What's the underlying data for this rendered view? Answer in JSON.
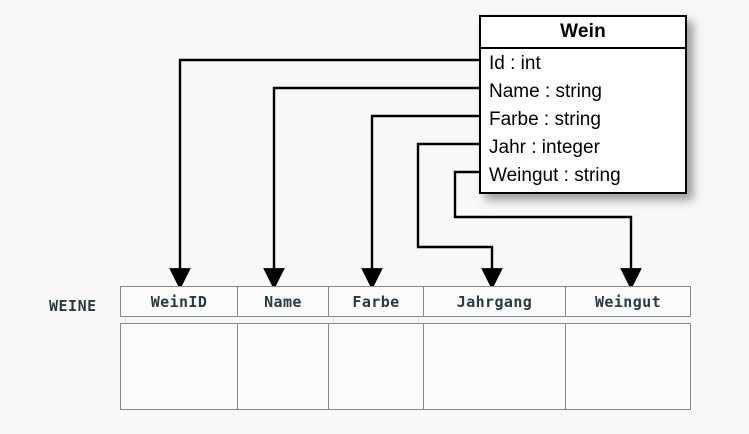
{
  "diagram": {
    "title": "Wein class to WEINE table mapping",
    "background_color": "#f8f8f8",
    "line_color": "#000000",
    "table_border_color": "#7d8a90",
    "table_text_color": "#2b3a40"
  },
  "uml_class": {
    "name": "Wein",
    "attributes": [
      {
        "label": "Id : int",
        "name": "Id",
        "type": "int"
      },
      {
        "label": "Name : string",
        "name": "Name",
        "type": "string"
      },
      {
        "label": "Farbe : string",
        "name": "Farbe",
        "type": "string"
      },
      {
        "label": "Jahr : integer",
        "name": "Jahr",
        "type": "integer"
      },
      {
        "label": "Weingut : string",
        "name": "Weingut",
        "type": "string"
      }
    ]
  },
  "relation": {
    "label": "WEINE",
    "columns": [
      {
        "header": "WeinID"
      },
      {
        "header": "Name"
      },
      {
        "header": "Farbe"
      },
      {
        "header": "Jahrgang"
      },
      {
        "header": "Weingut"
      }
    ],
    "rows": [
      {
        "cells": [
          "",
          "",
          "",
          "",
          ""
        ]
      }
    ]
  },
  "mappings": [
    {
      "from": "Id",
      "to": "WeinID"
    },
    {
      "from": "Name",
      "to": "Name"
    },
    {
      "from": "Farbe",
      "to": "Farbe"
    },
    {
      "from": "Jahr",
      "to": "Jahrgang"
    },
    {
      "from": "Weingut",
      "to": "Weingut"
    }
  ]
}
